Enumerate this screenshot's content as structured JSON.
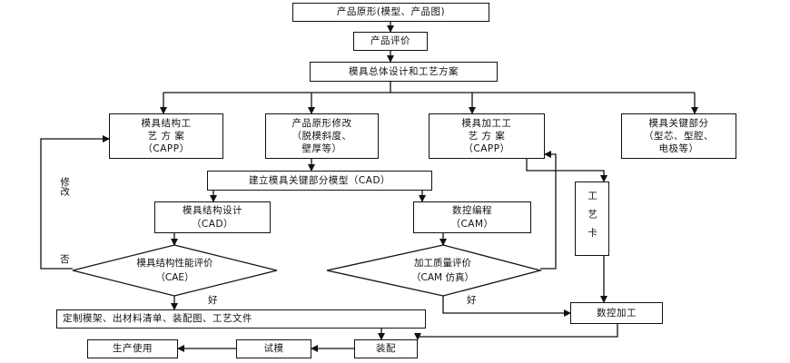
{
  "nodes": {
    "prototype": "产品原形(模型、产品图)",
    "evaluation": "产品评价",
    "overall_design": "模具总体设计和工艺方案",
    "struct_process": "模具结构工\n艺  方  案\n（CAPP）",
    "prototype_modify": "产品原形修改\n（脱模斜度、\n壁厚等）",
    "machining_process": "模具加工工\n艺  方  案\n（CAPP）",
    "key_parts": "模具关键部分\n（型芯、型腔、\n电极等）",
    "key_model": "建立模具关键部分模型（CAD）",
    "struct_design": "模具结构设计\n（CAD）",
    "nc_program": "数控编程\n（CAM）",
    "struct_eval": "模具结构性能评价\n（CAE）",
    "quality_eval": "加工质量评价\n（CAM 仿真）",
    "process_card": "工艺卡",
    "make_docs": "定制模架、出材料清单、装配图、工艺文件",
    "nc_machining": "数控加工",
    "production": "生产使用",
    "trial": "试模",
    "assembly": "装配"
  },
  "labels": {
    "modify": "修改",
    "no": "否",
    "good1": "好",
    "good2": "好"
  }
}
